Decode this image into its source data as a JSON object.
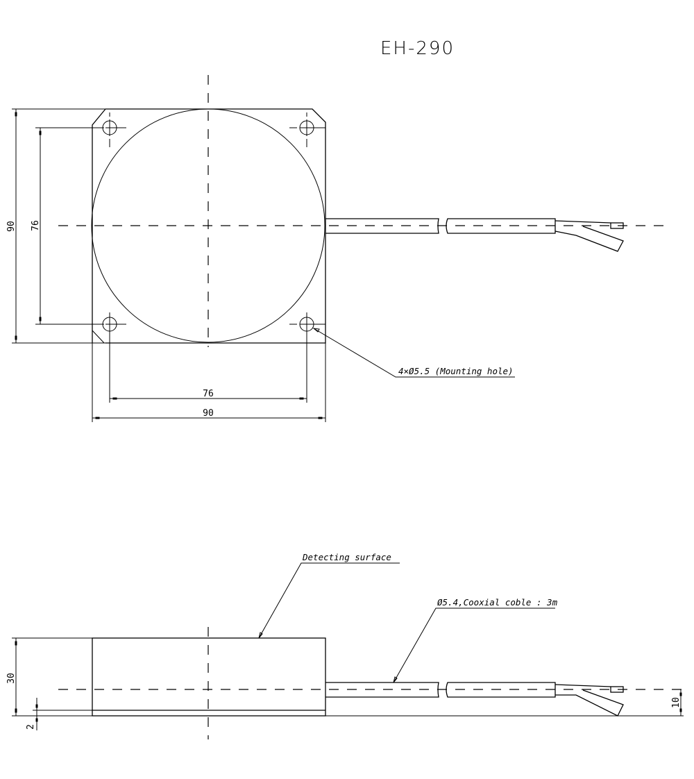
{
  "title": "EH-290",
  "top_view": {
    "dimensions": {
      "overall_height": "90",
      "hole_spacing_vertical": "76",
      "hole_spacing_horizontal": "76",
      "overall_width": "90"
    },
    "callouts": {
      "mounting_hole": "4×Ø5.5 (Mounting hole)"
    }
  },
  "side_view": {
    "dimensions": {
      "body_height": "30",
      "base_offset": "2",
      "cable_height": "10"
    },
    "callouts": {
      "detecting_surface": "Detecting surface",
      "cable": "Ø5.4,Cooxial coble : 3m"
    }
  },
  "colors": {
    "line": "#000000",
    "background": "#ffffff"
  }
}
